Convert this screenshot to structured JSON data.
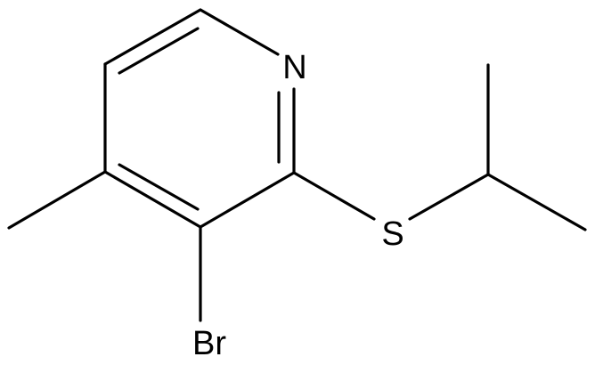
{
  "molecule": {
    "atoms": {
      "n": {
        "symbol": "N"
      },
      "s": {
        "symbol": "S"
      },
      "br": {
        "symbol": "Br"
      }
    }
  }
}
